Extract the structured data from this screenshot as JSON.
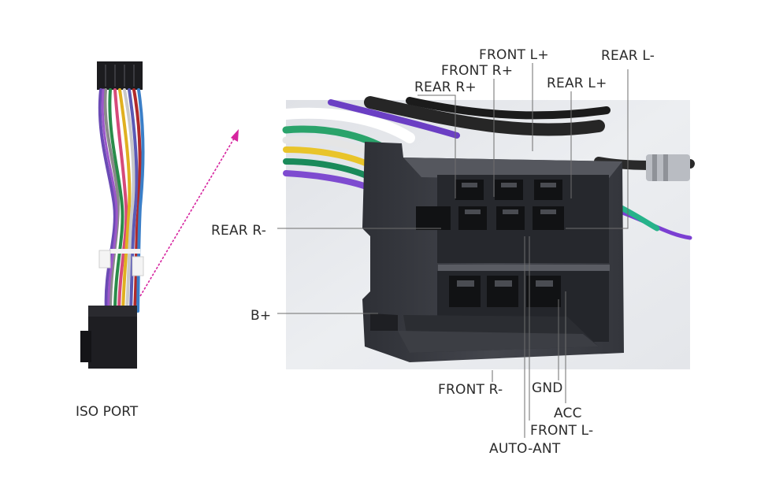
{
  "caption": "ISO PORT",
  "colors": {
    "arrow": "#d6249f",
    "connector": "#3a3c42",
    "photo_background": "#e9eaee",
    "leader": "#6e6e6e",
    "text": "#2b2b2b"
  },
  "pins": {
    "front_l_plus": "FRONT L+",
    "front_r_plus": "FRONT R+",
    "rear_r_plus": "REAR R+",
    "rear_l_plus": "REAR L+",
    "rear_l_minus": "REAR L-",
    "rear_r_minus": "REAR R-",
    "b_plus": "B+",
    "front_r_minus": "FRONT R-",
    "gnd": "GND",
    "acc": "ACC",
    "front_l_minus": "FRONT L-",
    "auto_ant": "AUTO-ANT"
  }
}
